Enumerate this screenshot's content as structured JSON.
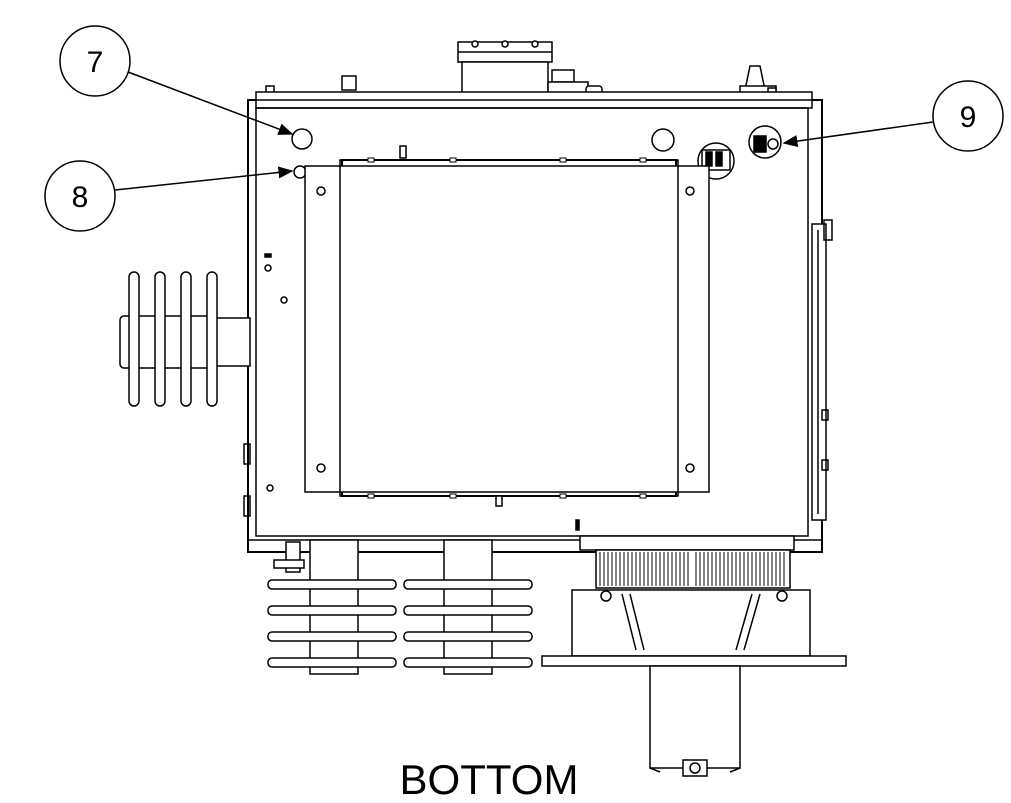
{
  "drawing": {
    "view_label": "BOTTOM",
    "callouts": [
      {
        "id": "7",
        "label": "7"
      },
      {
        "id": "8",
        "label": "8"
      },
      {
        "id": "9",
        "label": "9"
      }
    ],
    "colors": {
      "ink": "#000000",
      "panel_fill": "#ffffff",
      "shading": "#808080"
    }
  }
}
